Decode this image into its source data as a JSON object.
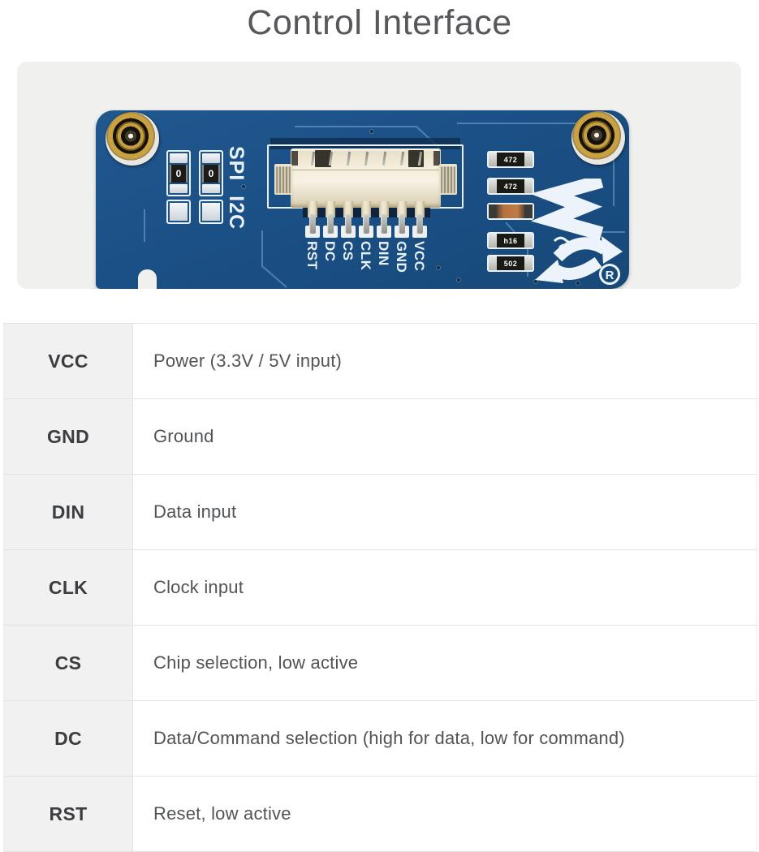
{
  "title": "Control Interface",
  "photo": {
    "board": {
      "spi_label": "SPI",
      "i2c_label": "I2C",
      "jumper_labels": [
        "0",
        "0"
      ],
      "pin_labels": [
        "RST",
        "DC",
        "CS",
        "CLK",
        "DIN",
        "GND",
        "VCC"
      ],
      "resistor_labels": [
        "472",
        "472",
        "",
        "h16",
        "502"
      ],
      "registered_mark": "®"
    }
  },
  "pin_table": {
    "rows": [
      {
        "pin": "VCC",
        "description": "Power (3.3V / 5V input)"
      },
      {
        "pin": "GND",
        "description": "Ground"
      },
      {
        "pin": "DIN",
        "description": "Data input"
      },
      {
        "pin": "CLK",
        "description": "Clock input"
      },
      {
        "pin": "CS",
        "description": "Chip selection, low active"
      },
      {
        "pin": "DC",
        "description": "Data/Command selection (high for data, low for command)"
      },
      {
        "pin": "RST",
        "description": "Reset, low active"
      }
    ]
  },
  "colors": {
    "pcb_blue": "#1d5189",
    "silkscreen": "#e9f1f9",
    "photo_bg": "#f0f0ef",
    "connector_cream": "#f0e9d5",
    "standoff_gold": "#c49f3f"
  }
}
